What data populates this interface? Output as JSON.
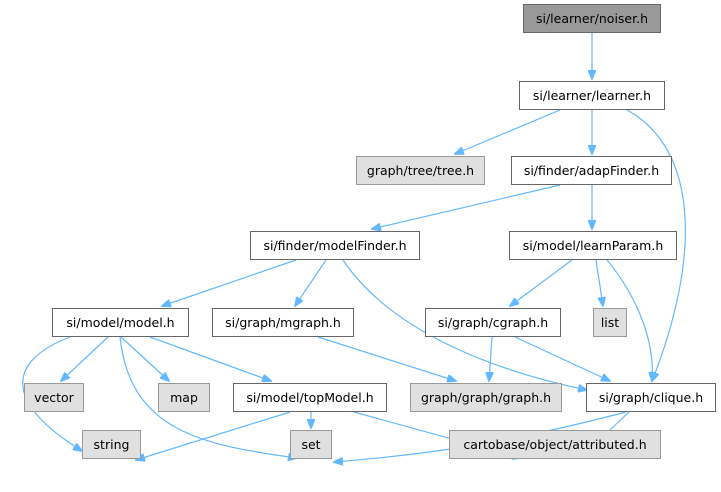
{
  "nodes": {
    "noiser": "si/learner/noiser.h",
    "learner": "si/learner/learner.h",
    "tree": "graph/tree/tree.h",
    "adapFinder": "si/finder/adapFinder.h",
    "modelFinder": "si/finder/modelFinder.h",
    "learnParam": "si/model/learnParam.h",
    "model": "si/model/model.h",
    "mgraph": "si/graph/mgraph.h",
    "cgraph": "si/graph/cgraph.h",
    "list": "list",
    "vector": "vector",
    "map": "map",
    "topModel": "si/model/topModel.h",
    "graph": "graph/graph/graph.h",
    "clique": "si/graph/clique.h",
    "string": "string",
    "set": "set",
    "attributed": "cartobase/object/attributed.h"
  },
  "colors": {
    "edge": "#63b8ff",
    "root_fill": "#999999",
    "documented_fill": "#ffffff",
    "external_fill": "#e0e0e0"
  }
}
